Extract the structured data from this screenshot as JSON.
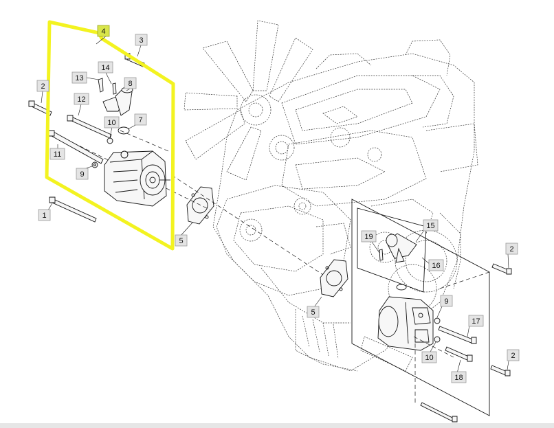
{
  "callouts": {
    "c4": "4",
    "c3a": "3",
    "c2a": "2",
    "c13": "13",
    "c14": "14",
    "c8": "8",
    "c12": "12",
    "c10a": "10",
    "c7": "7",
    "c11": "11",
    "c9a": "9",
    "c1": "1",
    "c5a": "5",
    "c5b": "5",
    "c19": "19",
    "c15": "15",
    "c16": "16",
    "c2b": "2",
    "c9b": "9",
    "c17": "17",
    "c10b": "10",
    "c2c": "2",
    "c18": "18"
  },
  "colors": {
    "highlight": "#f3f320",
    "callout_bg": "#e4e4e4",
    "callout_active": "#d8e54a"
  }
}
